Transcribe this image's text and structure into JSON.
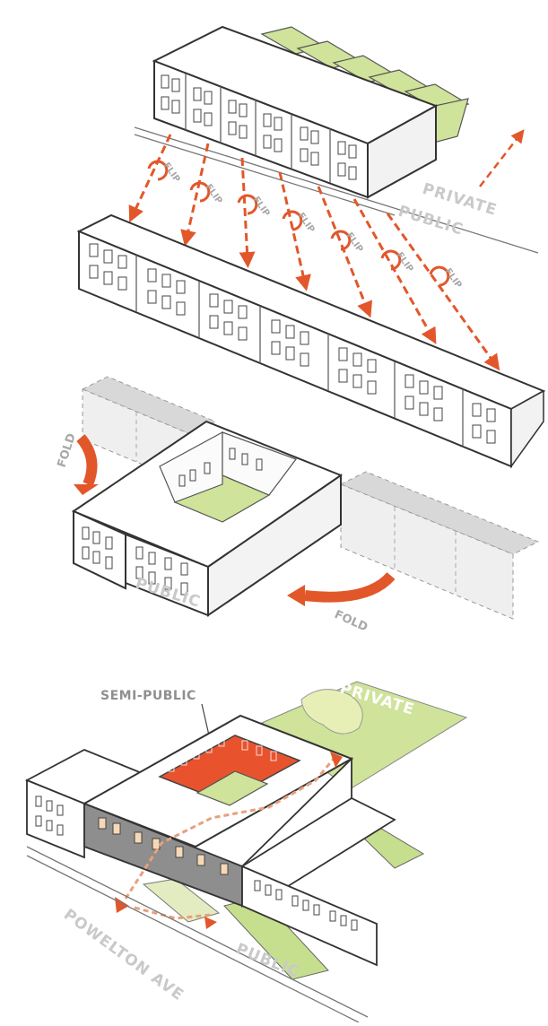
{
  "labels": {
    "private_top": "PRIVATE",
    "public_top": "PUBLIC",
    "flip": "FLIP",
    "fold": "FOLD",
    "public_mid": "PUBLIC",
    "semi_public": "SEMI-PUBLIC",
    "private_bottom": "PRIVATE",
    "street": "POWELTON AVE",
    "public_bottom": "PUBLIC"
  },
  "colors": {
    "arrow_orange": "#e2572a",
    "courtyard_red": "#e8532d",
    "lawn_green": "#cfe39a",
    "garden_green": "#c6df8e",
    "ghost_gray": "#e7e7e7",
    "ink": "#3a3a3a"
  }
}
